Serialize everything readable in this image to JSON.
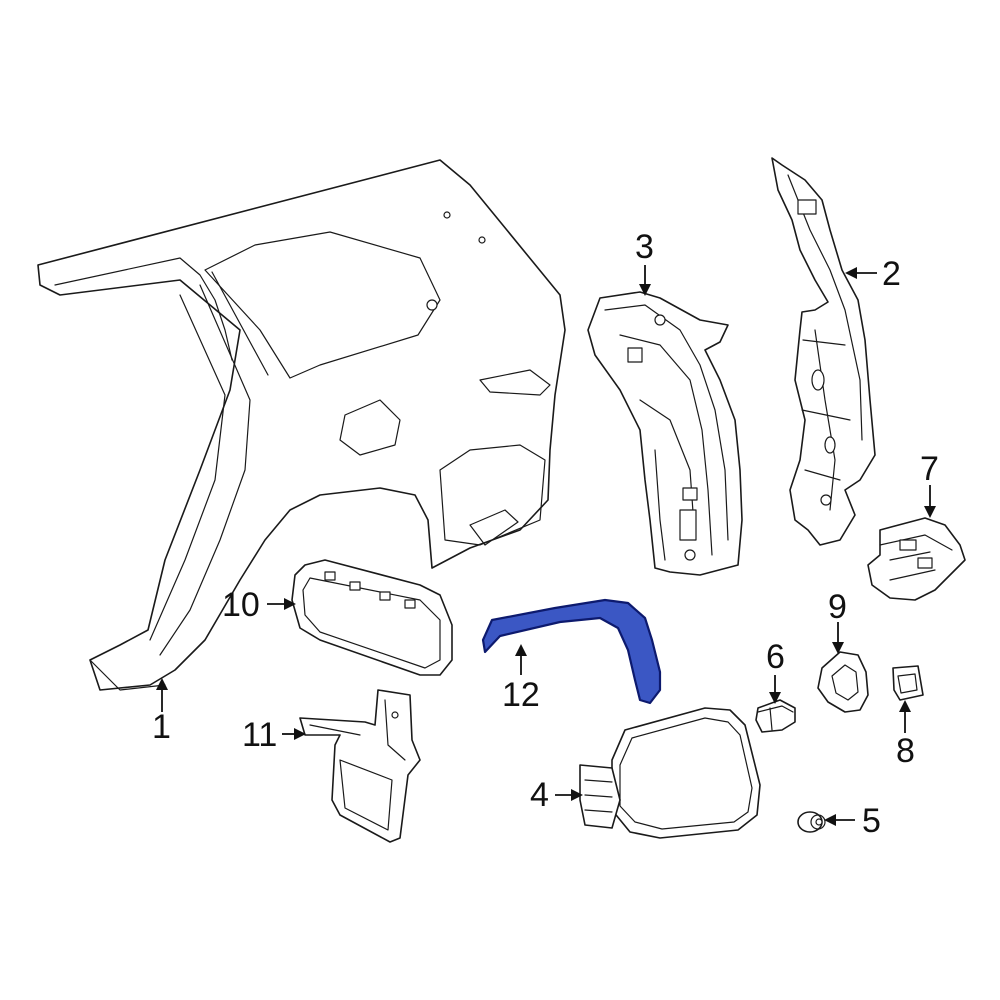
{
  "colors": {
    "highlight_fill": "#3b57c4",
    "highlight_stroke": "#0d1a6e",
    "line": "#1a1a1a",
    "background": "#ffffff"
  },
  "callouts": {
    "c1": "1",
    "c2": "2",
    "c3": "3",
    "c4": "4",
    "c5": "5",
    "c6": "6",
    "c7": "7",
    "c8": "8",
    "c9": "9",
    "c10": "10",
    "c11": "11",
    "c12": "12"
  },
  "highlighted_part": "12"
}
